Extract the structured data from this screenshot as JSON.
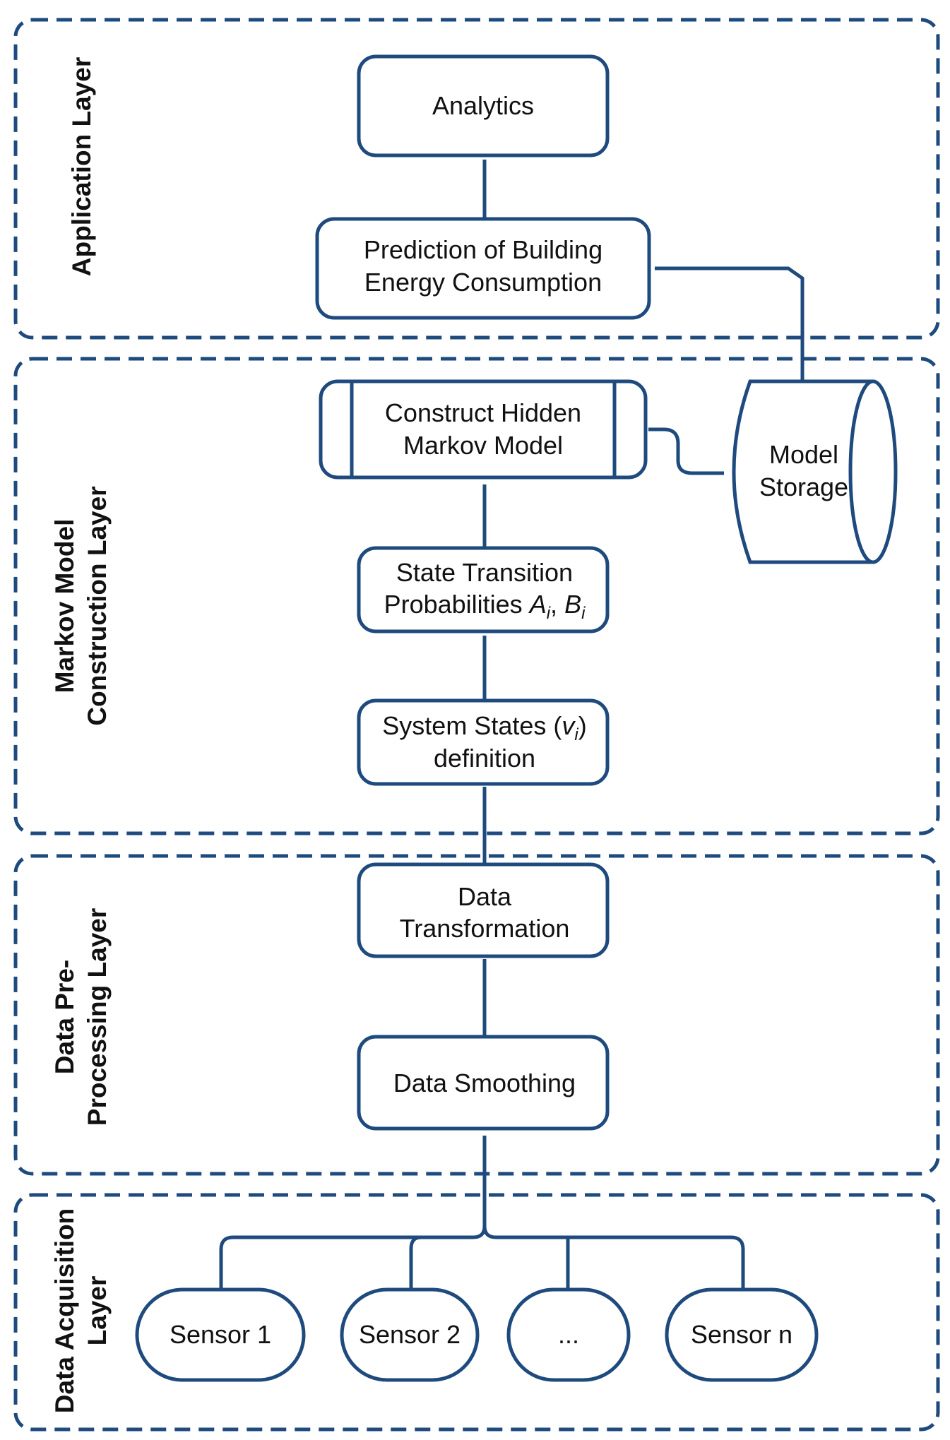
{
  "colors": {
    "stroke": "#1e4a7e",
    "text": "#111111",
    "background": "#ffffff"
  },
  "layers": {
    "application": {
      "label": "Application Layer"
    },
    "markov": {
      "line1": "Markov Model",
      "line2": "Construction Layer"
    },
    "preprocessing": {
      "line1": "Data Pre-",
      "line2": "Processing Layer"
    },
    "acquisition": {
      "line1": "Data Acquisition",
      "line2": "Layer"
    }
  },
  "nodes": {
    "analytics": "Analytics",
    "prediction": {
      "line1": "Prediction of Building",
      "line2": "Energy Consumption"
    },
    "hmm": {
      "line1": "Construct Hidden",
      "line2": "Markov Model"
    },
    "storage": {
      "line1": "Model",
      "line2": "Storage"
    },
    "transition": {
      "line1": "State Transition",
      "line2_prefix": "Probabilities ",
      "a_symbol": "A",
      "a_sub": "i",
      "comma": ", ",
      "b_symbol": "B",
      "b_sub": "i"
    },
    "states": {
      "line1_prefix": "System States (",
      "v_symbol": "v",
      "v_sub": "i",
      "line1_suffix": ")",
      "line2": "definition"
    },
    "transformation": {
      "line1": "Data",
      "line2": "Transformation"
    },
    "smoothing": "Data Smoothing",
    "sensors": [
      "Sensor 1",
      "Sensor 2",
      "...",
      "Sensor n"
    ]
  }
}
